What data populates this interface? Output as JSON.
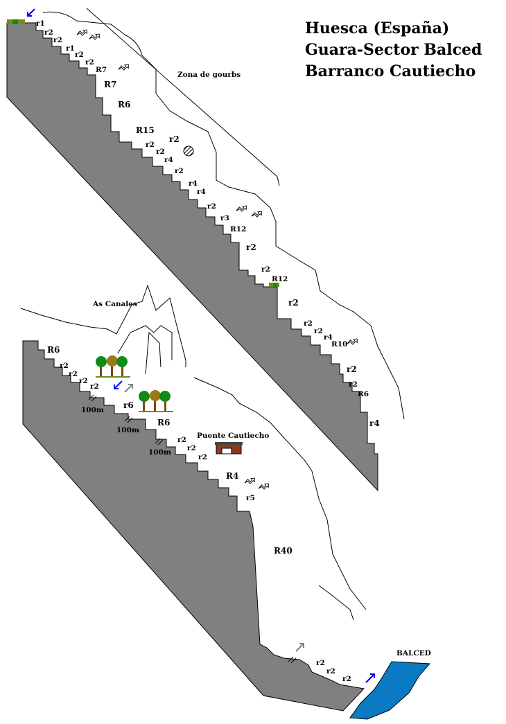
{
  "title": {
    "line1": "Huesca (España)",
    "line2": "Guara-Sector Balced",
    "line3": "Barranco Cautiecho"
  },
  "labels": {
    "zona": "Zona de gourbs",
    "as_canales": "As Canales",
    "puente": "Puente Cautiecho",
    "balced": "BALCED"
  },
  "rappels": {
    "upper": [
      "r1",
      "r2",
      "r2",
      "r1",
      "r2",
      "r2",
      "R7",
      "R7",
      "R6",
      "R15",
      "r2",
      "r2",
      "r2",
      "r4",
      "r2",
      "r4",
      "r4",
      "r2",
      "r3",
      "R12",
      "r2",
      "r2",
      "R12",
      "r2",
      "r2",
      "r2",
      "r4",
      "R10",
      "r2",
      "r2",
      "R6",
      "r4"
    ],
    "lower": [
      "R6",
      "r2",
      "r2",
      "r2",
      "r2",
      "100m",
      "r6",
      "100m",
      "R6",
      "100m",
      "r2",
      "r2",
      "r2",
      "R4",
      "r5",
      "R40",
      "r2",
      "r2",
      "r2"
    ]
  },
  "colors": {
    "rock": "#808080",
    "water": "#0a7ac2",
    "arrow_blue": "#0000ff",
    "arrow_gray": "#808080"
  }
}
